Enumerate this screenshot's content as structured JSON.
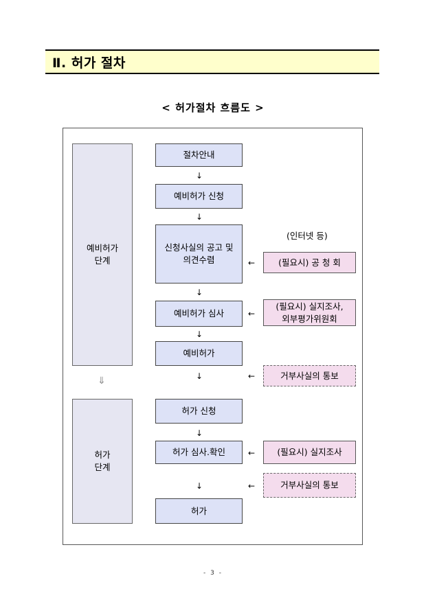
{
  "section": {
    "title": "Ⅱ. 허가 절차"
  },
  "subtitle": "< 허가절차 흐름도 >",
  "stages": {
    "prelim": [
      "예비허가",
      "단계"
    ],
    "final": [
      "허가",
      "단계"
    ],
    "between_arrow": "⇓"
  },
  "steps": {
    "guide": "절차안내",
    "prelim_apply": "예비허가 신청",
    "notice": [
      "신청사실의 공고 및",
      "의견수렴"
    ],
    "prelim_review": "예비허가 심사",
    "prelim_permit": "예비허가",
    "apply": "허가 신청",
    "review": "허가 심사.확인",
    "permit": "허가"
  },
  "side": {
    "internet_note": "(인터넷 등)",
    "hearing": "(필요시) 공 청 회",
    "inspection_eval": [
      "(필요시) 실지조사,",
      "외부평가위원회"
    ],
    "rejection_1": "거부사실의 통보",
    "inspection": "(필요시) 실지조사",
    "rejection_2": "거부사실의 통보"
  },
  "arrows": {
    "down": "↓",
    "left": "←"
  },
  "page_number": "- 3 -"
}
